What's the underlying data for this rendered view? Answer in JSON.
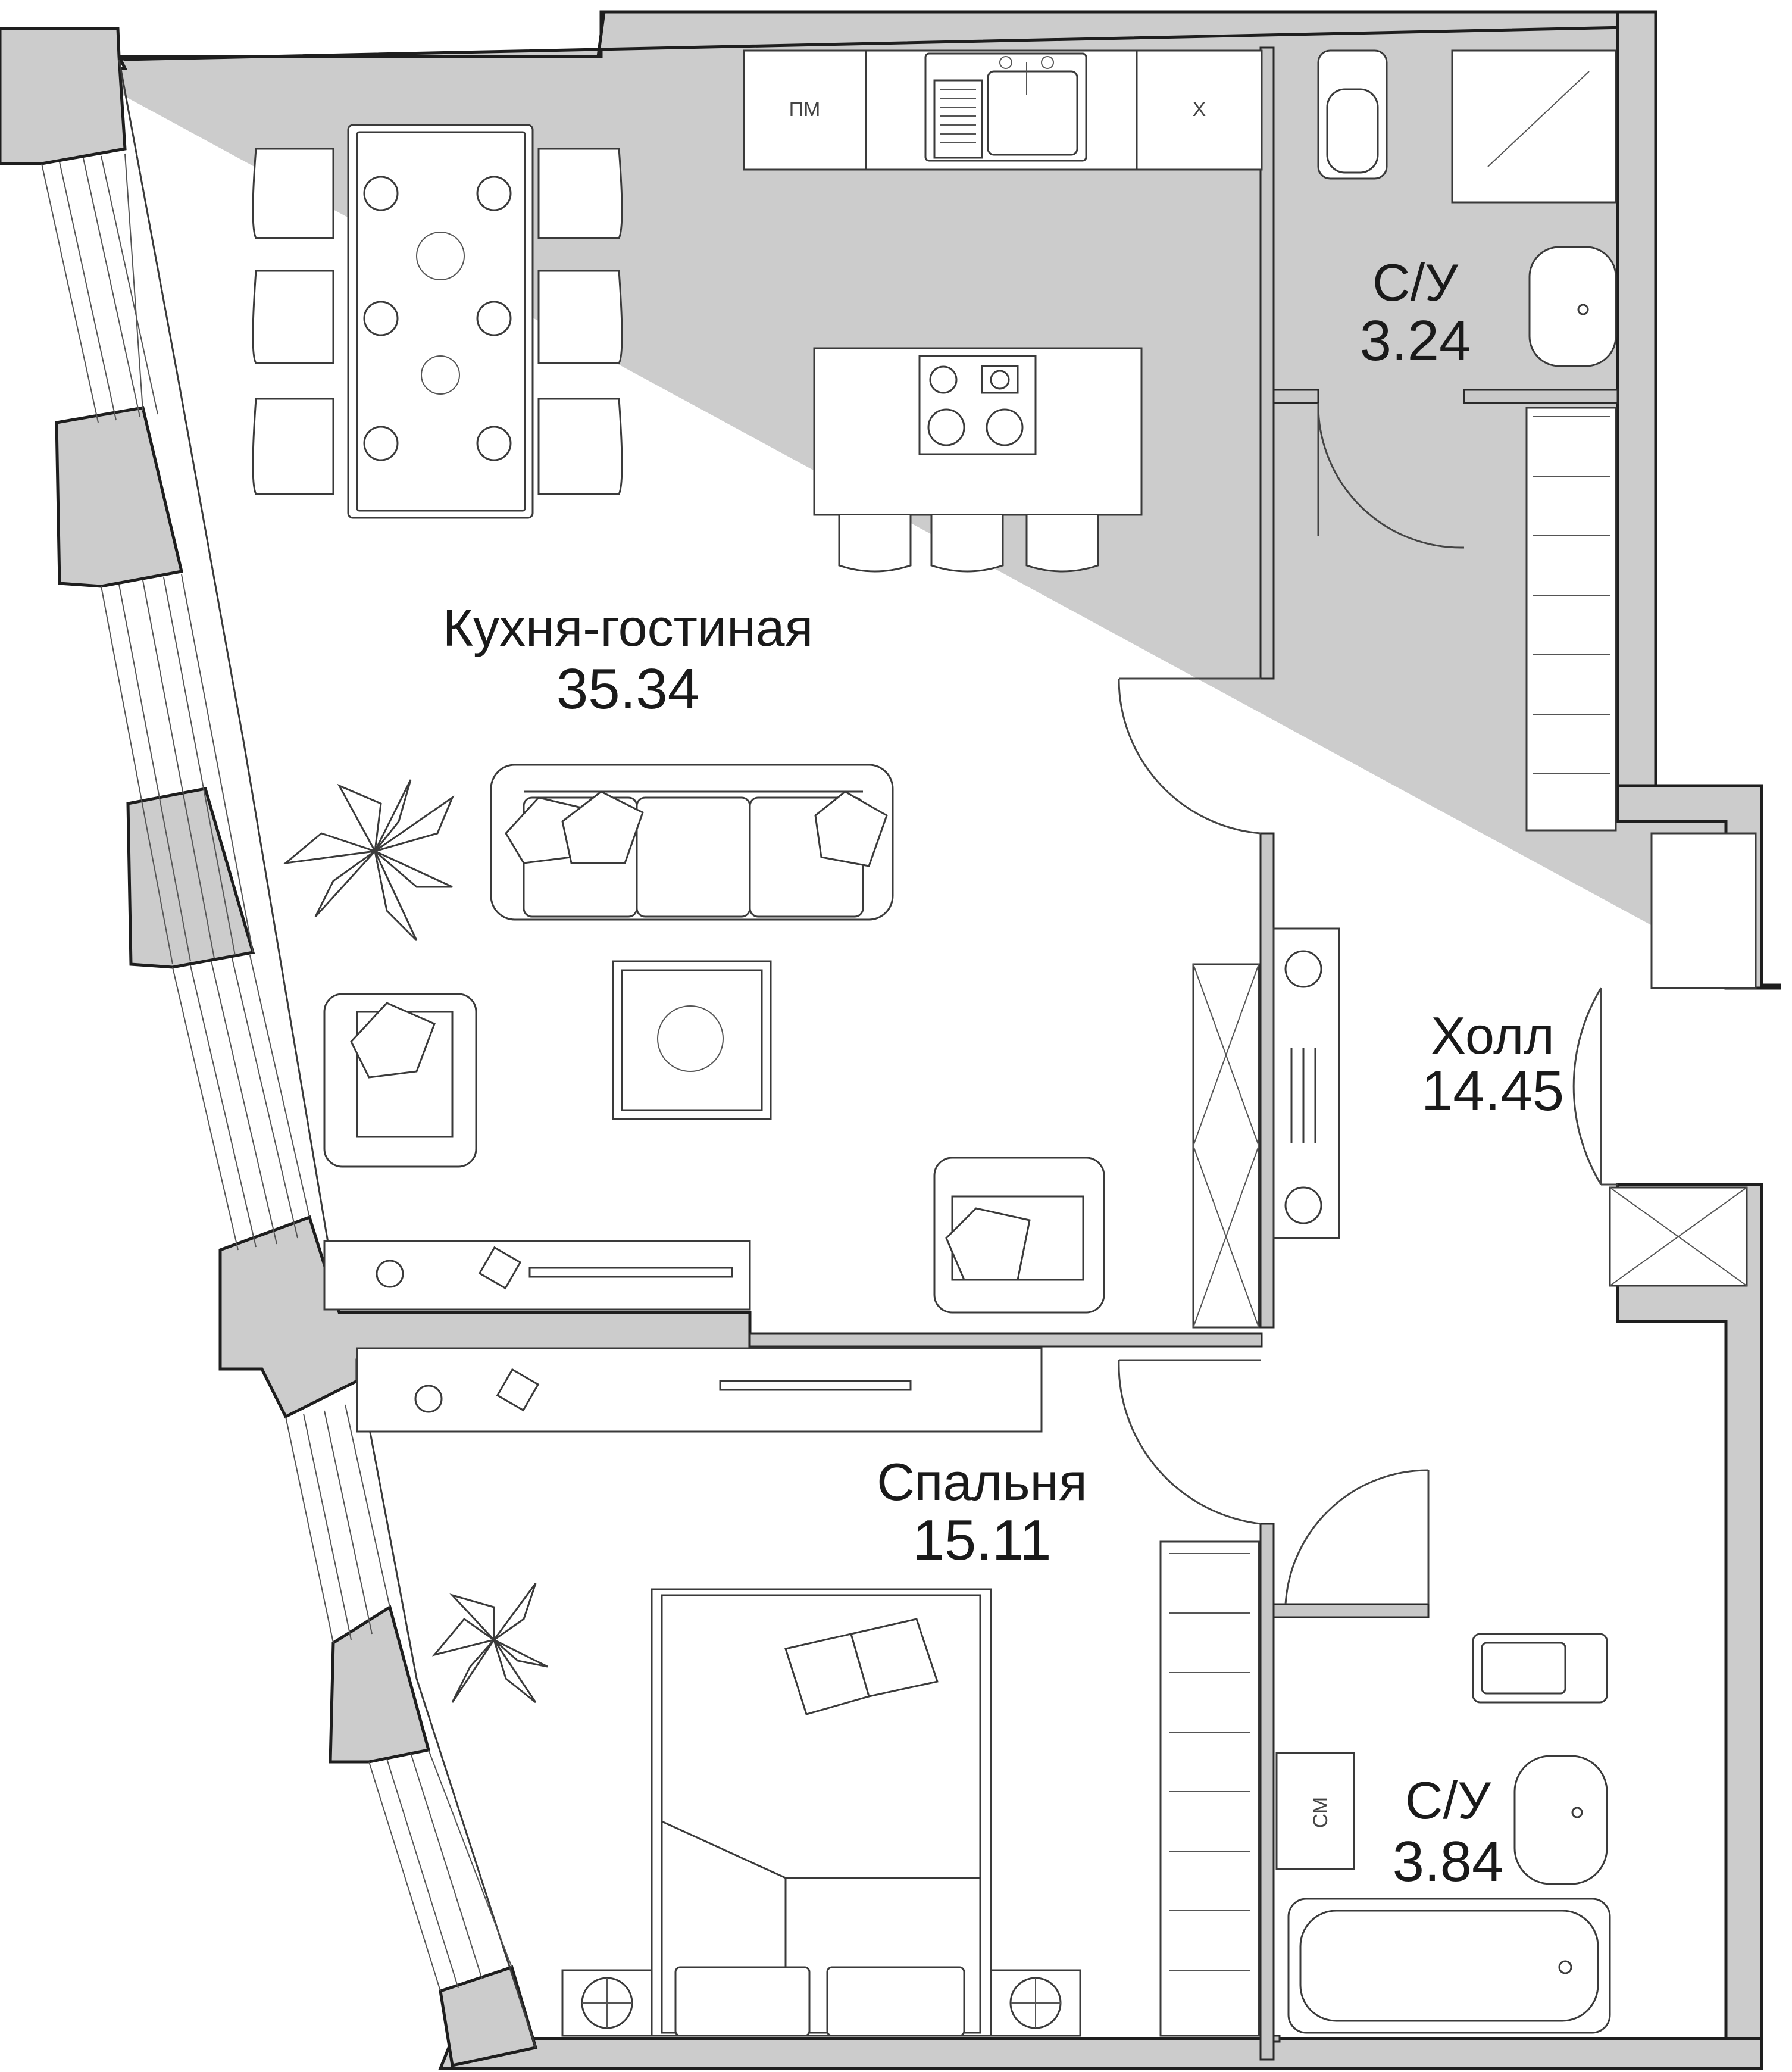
{
  "rooms": [
    {
      "id": "kitchen-living",
      "name": "Кухня-гостиная",
      "area": "35.34"
    },
    {
      "id": "bathroom-1",
      "name": "С/У",
      "area": "3.24"
    },
    {
      "id": "hall",
      "name": "Холл",
      "area": "14.45"
    },
    {
      "id": "bedroom",
      "name": "Спальня",
      "area": "15.11"
    },
    {
      "id": "bathroom-2",
      "name": "С/У",
      "area": "3.84"
    }
  ],
  "appliances": {
    "dishwasher": "ПМ",
    "fridge": "Х",
    "washer": "СМ"
  },
  "colors": {
    "wall_fill": "#cccccc",
    "wall_stroke": "#1e1e1e",
    "line": "#3a3a3a",
    "background": "#ffffff"
  }
}
